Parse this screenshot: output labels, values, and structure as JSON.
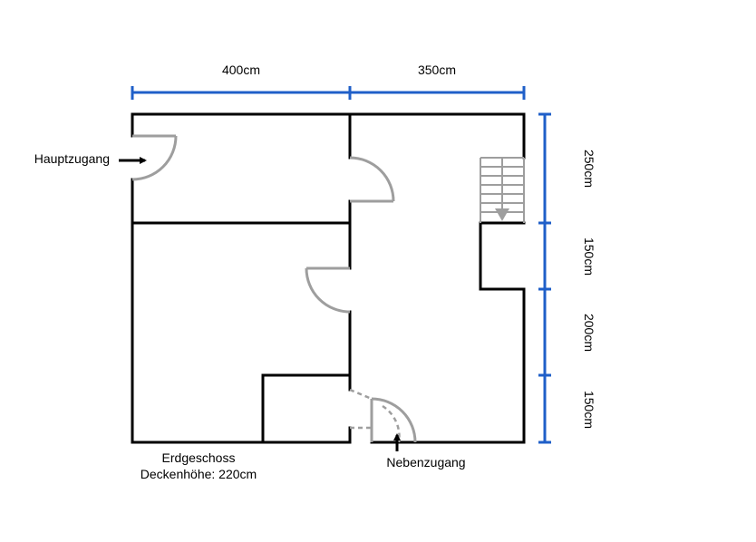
{
  "dimensions": {
    "top_left": "400cm",
    "top_right": "350cm",
    "right_1": "250cm",
    "right_2": "150cm",
    "right_3": "200cm",
    "right_4": "150cm"
  },
  "labels": {
    "main_entrance": "Hauptzugang",
    "side_entrance": "Nebenzugang",
    "floor_name": "Erdgeschoss",
    "ceiling_height": "Deckenhöhe: 220cm"
  },
  "colors": {
    "walls": "#000000",
    "dimension_lines": "#1f5fc8",
    "doors_and_stairs": "#9e9e9e"
  }
}
